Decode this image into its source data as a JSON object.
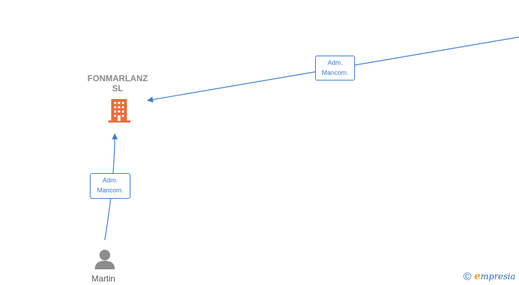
{
  "nodes": {
    "company": {
      "name": "FONMARLANZ\nSL",
      "icon": "building-icon",
      "color": "#f26a3c"
    },
    "person": {
      "name": "Martin",
      "icon": "person-icon",
      "color": "#888888"
    }
  },
  "edges": [
    {
      "id": "rel-top",
      "line1": "Adm.",
      "line2": "Mancom."
    },
    {
      "id": "rel-left",
      "line1": "Adm.",
      "line2": "Mancom."
    }
  ],
  "colors": {
    "edge": "#3c7dd4"
  },
  "watermark": {
    "copyright": "©",
    "brand_first": "e",
    "brand_rest": "mpresia"
  }
}
